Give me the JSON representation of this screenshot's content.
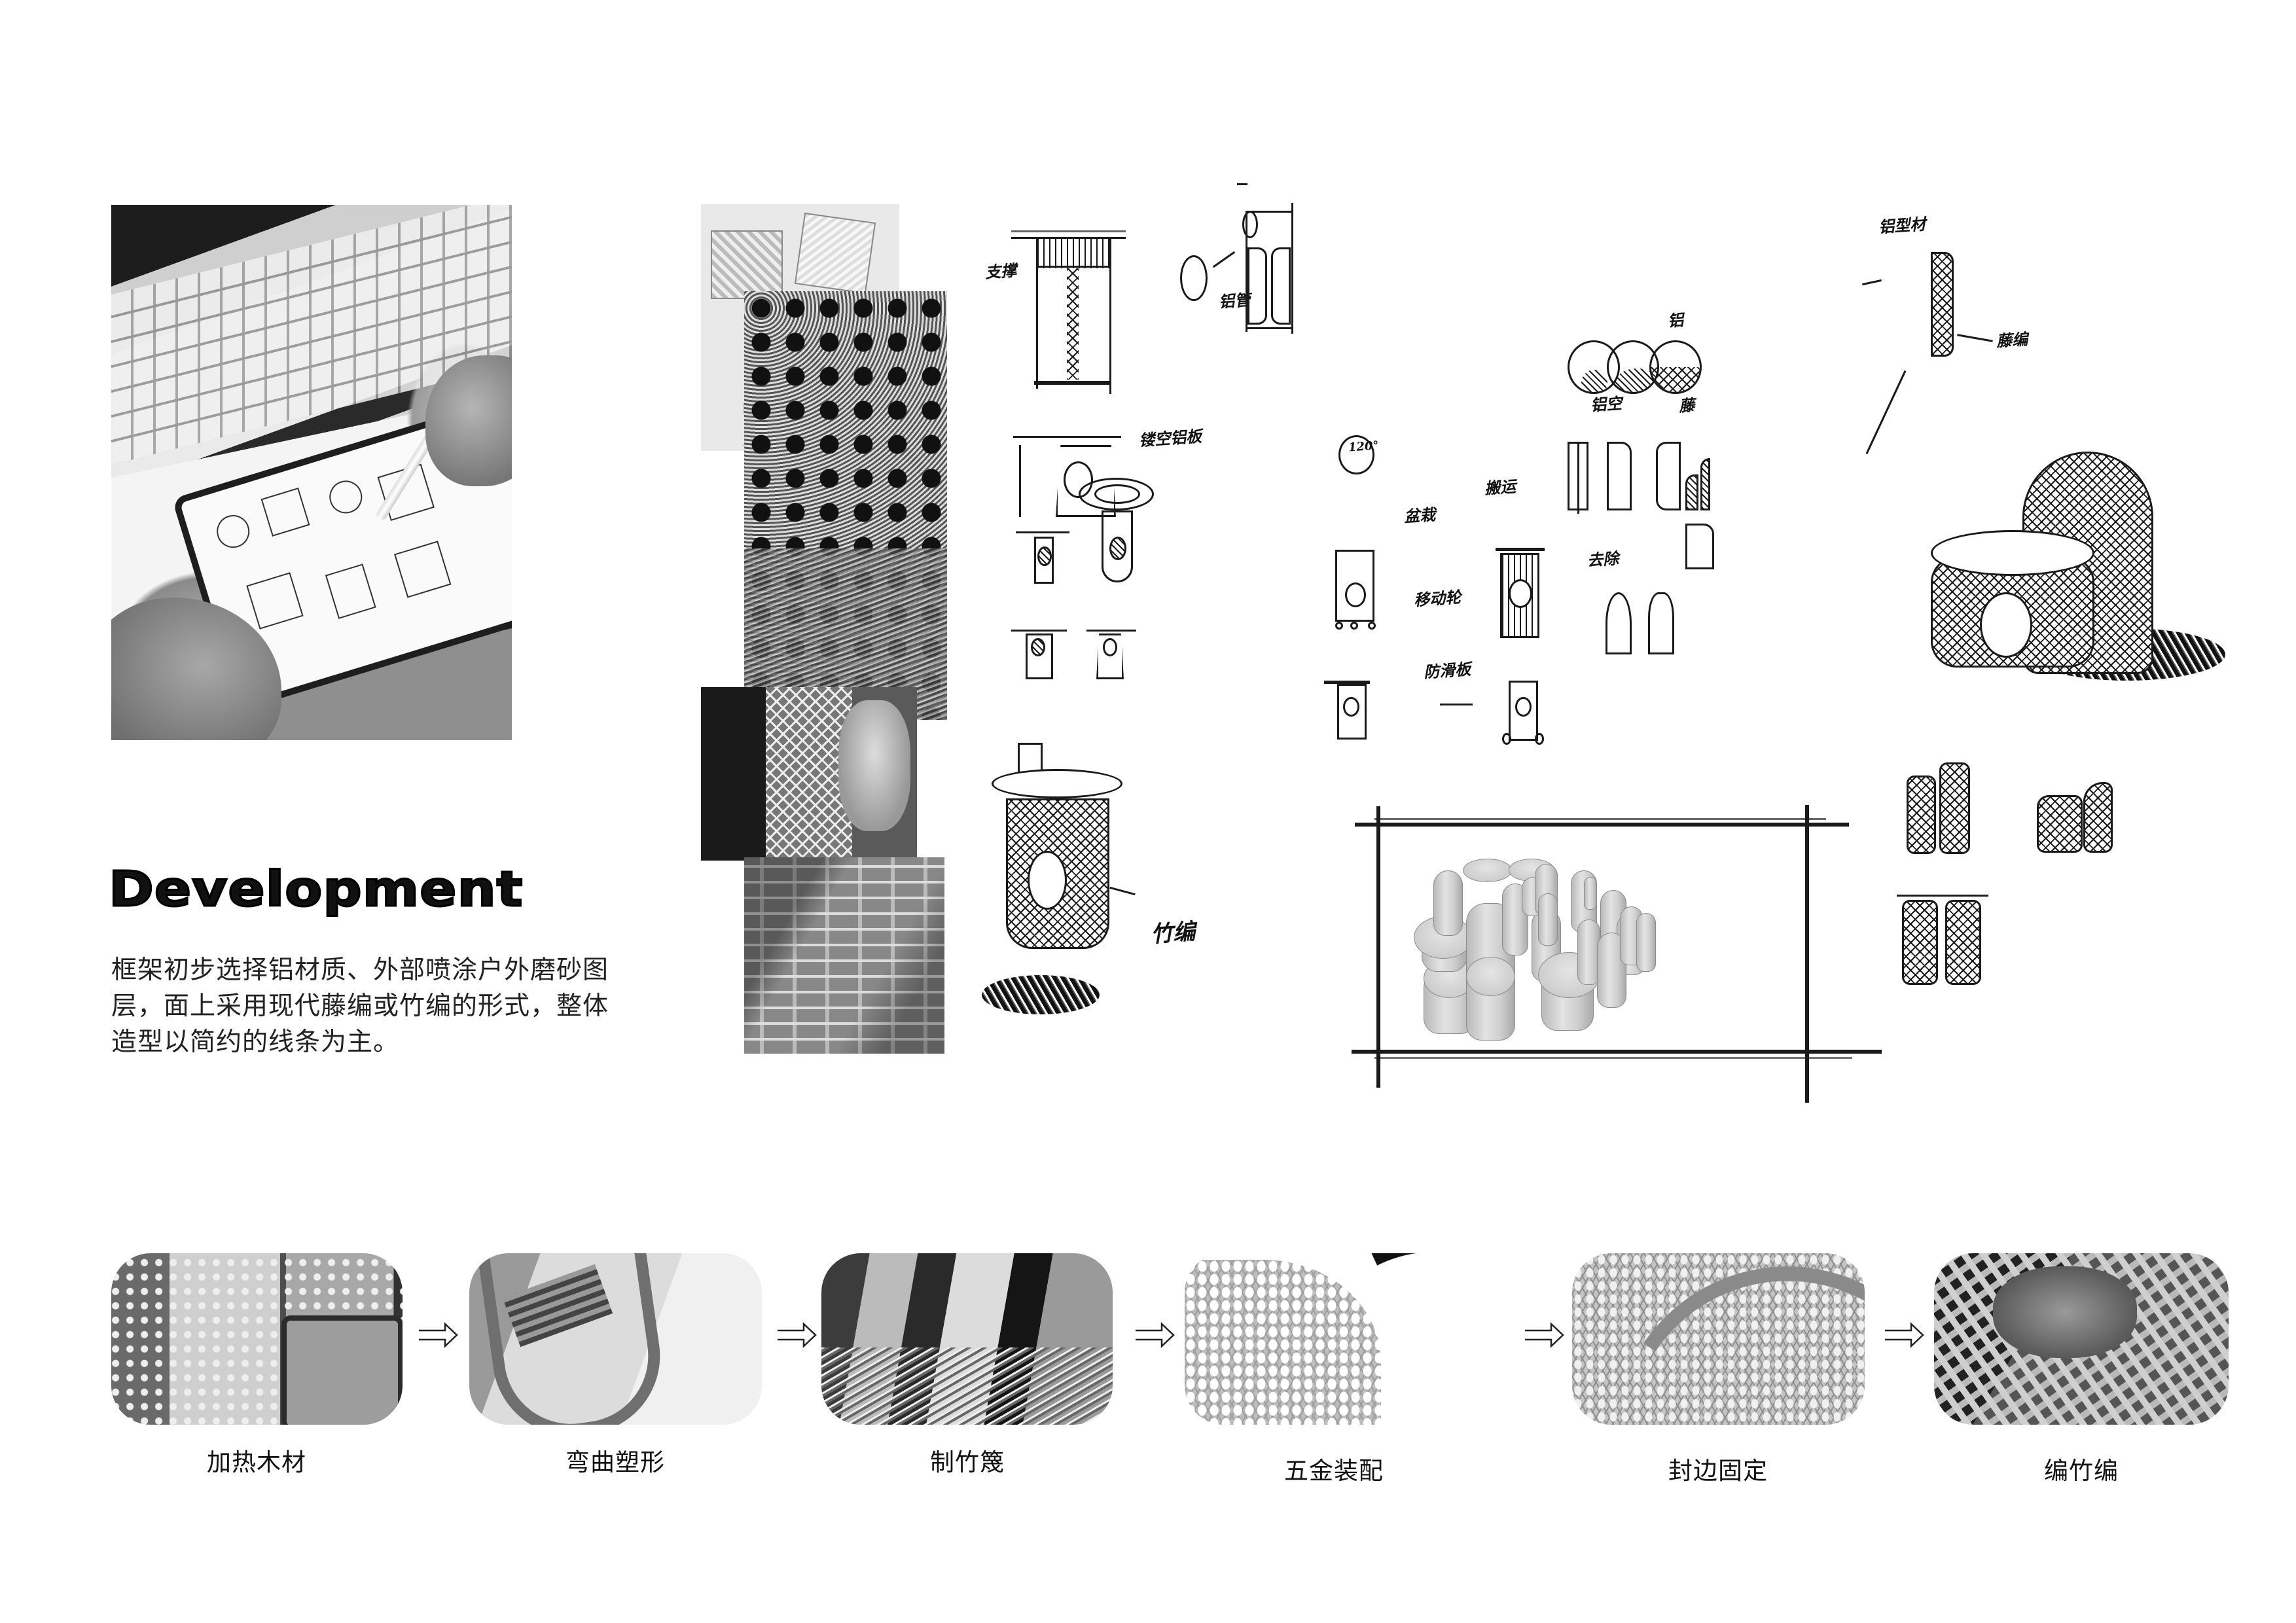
{
  "page": {
    "title": "Development",
    "description": "框架初步选择铝材质、外部喷涂户外磨砂图层，面上采用现代藤编或竹编的形式，整体造型以简约的线条为主。"
  },
  "hero_photo": {
    "subject": "hand sketching furniture concepts on a tablet with stylus in front of a keyboard"
  },
  "material_photos": [
    {
      "subject": "woven rattan sample mats"
    },
    {
      "subject": "hexagonal bamboo weave pattern"
    },
    {
      "subject": "person holding a woven cane panel"
    },
    {
      "subject": "close-up of flat bamboo weave"
    }
  ],
  "sketch_annotations": {
    "support": "支撑",
    "aluminum_tube": "铝管",
    "aluminum_profile": "铝型材",
    "rattan_weave": "藤编",
    "aluminum": "铝",
    "rattan": "藤",
    "hollow_aluminum": "铝空",
    "hollow_panel": "镂空铝板",
    "angle": "120°",
    "plant": "盆栽",
    "carry": "搬运",
    "mobile_wheel": "移动轮",
    "remove": "去除",
    "anti_slip_board": "防滑板",
    "bamboo_weave": "竹编"
  },
  "process": {
    "steps": [
      {
        "label": "加热木材"
      },
      {
        "label": "弯曲塑形"
      },
      {
        "label": "制竹篾"
      },
      {
        "label": "五金装配"
      },
      {
        "label": "封边固定"
      },
      {
        "label": "编竹编"
      }
    ],
    "arrow_icon": "double-line-arrow-right"
  }
}
